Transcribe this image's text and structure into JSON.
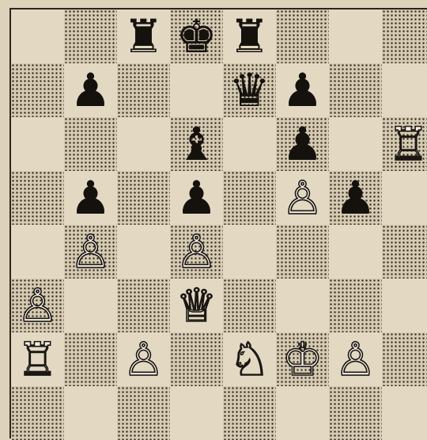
{
  "board": {
    "ranks": [
      [
        null,
        null,
        {
          "glyph": "♜",
          "side": "black",
          "name": "black-rook-icon"
        },
        {
          "glyph": "♚",
          "side": "black",
          "name": "black-king-icon"
        },
        {
          "glyph": "♜",
          "side": "black",
          "name": "black-rook-icon"
        },
        null,
        null,
        null
      ],
      [
        null,
        {
          "glyph": "♟",
          "side": "black",
          "name": "black-pawn-icon"
        },
        null,
        null,
        {
          "glyph": "♛",
          "side": "black",
          "name": "black-queen-icon"
        },
        {
          "glyph": "♟",
          "side": "black",
          "name": "black-pawn-icon"
        },
        null,
        null
      ],
      [
        null,
        null,
        null,
        {
          "glyph": "♝",
          "side": "black",
          "name": "black-bishop-icon"
        },
        null,
        {
          "glyph": "♟",
          "side": "black",
          "name": "black-pawn-icon"
        },
        null,
        {
          "glyph": "♖",
          "side": "white",
          "name": "white-rook-icon"
        }
      ],
      [
        null,
        {
          "glyph": "♟",
          "side": "black",
          "name": "black-pawn-icon"
        },
        null,
        {
          "glyph": "♟",
          "side": "black",
          "name": "black-pawn-icon"
        },
        null,
        {
          "glyph": "♙",
          "side": "white",
          "name": "white-pawn-icon"
        },
        {
          "glyph": "♟",
          "side": "black",
          "name": "black-pawn-icon"
        },
        null
      ],
      [
        null,
        {
          "glyph": "♙",
          "side": "white",
          "name": "white-pawn-icon"
        },
        null,
        {
          "glyph": "♙",
          "side": "white",
          "name": "white-pawn-icon"
        },
        null,
        null,
        null,
        null
      ],
      [
        {
          "glyph": "♙",
          "side": "white",
          "name": "white-pawn-icon"
        },
        null,
        null,
        {
          "glyph": "♕",
          "side": "white",
          "name": "white-queen-icon"
        },
        null,
        null,
        null,
        null
      ],
      [
        {
          "glyph": "♖",
          "side": "white",
          "name": "white-rook-icon"
        },
        null,
        {
          "glyph": "♙",
          "side": "white",
          "name": "white-pawn-icon"
        },
        null,
        {
          "glyph": "♘",
          "side": "white",
          "name": "white-knight-icon"
        },
        {
          "glyph": "♔",
          "side": "white",
          "name": "white-king-icon"
        },
        {
          "glyph": "♙",
          "side": "white",
          "name": "white-pawn-icon"
        },
        null
      ],
      [
        null,
        null,
        null,
        null,
        null,
        null,
        null,
        null
      ]
    ]
  }
}
